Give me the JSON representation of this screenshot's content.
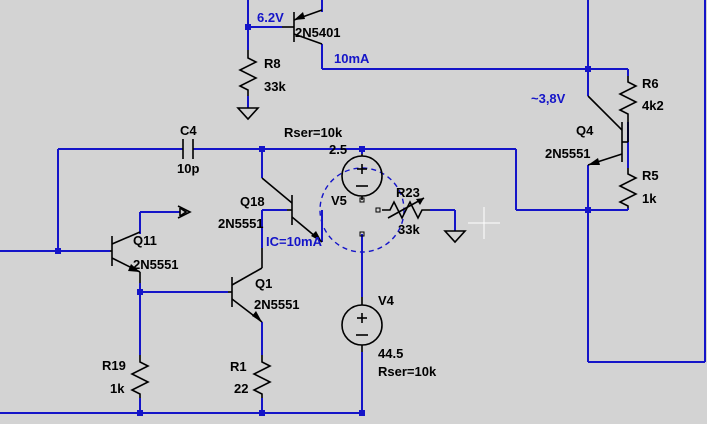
{
  "components": {
    "q_top": {
      "model": "2N5401"
    },
    "r8": {
      "name": "R8",
      "value": "33k"
    },
    "c4": {
      "name": "C4",
      "value": "10p"
    },
    "q11": {
      "name": "Q11",
      "model": "2N5551"
    },
    "q18": {
      "name": "Q18",
      "model": "2N5551"
    },
    "q1": {
      "name": "Q1",
      "model": "2N5551"
    },
    "v5": {
      "name": "V5",
      "value": "2.5",
      "param": "Rser=10k"
    },
    "r23": {
      "name": "R23",
      "value": "33k"
    },
    "v4": {
      "name": "V4",
      "value": "44.5",
      "param": "Rser=10k"
    },
    "r19": {
      "name": "R19",
      "value": "1k"
    },
    "r1": {
      "name": "R1",
      "value": "22"
    },
    "q4": {
      "name": "Q4",
      "model": "2N5551"
    },
    "r6": {
      "name": "R6",
      "value": "4k2"
    },
    "r5": {
      "name": "R5",
      "value": "1k"
    }
  },
  "net_labels": {
    "v_6v2": "6.2V",
    "i_10ma": "10mA",
    "v_3v8": "~3,8V",
    "ic_10ma": "IC=10mA"
  },
  "colors": {
    "background": "#d3d3d3",
    "wire": "#1414c8",
    "component": "#000000"
  }
}
